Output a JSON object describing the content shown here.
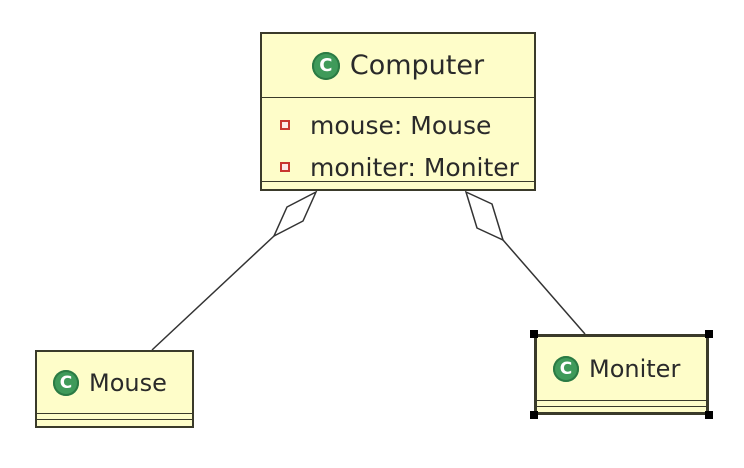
{
  "diagram": {
    "classes": [
      {
        "id": "computer",
        "name": "Computer",
        "icon": "class-icon",
        "attributes": [
          {
            "visibility": "private",
            "text": "mouse: Mouse"
          },
          {
            "visibility": "private",
            "text": "moniter: Moniter"
          }
        ]
      },
      {
        "id": "mouse",
        "name": "Mouse",
        "icon": "class-icon",
        "attributes": []
      },
      {
        "id": "moniter",
        "name": "Moniter",
        "icon": "class-icon",
        "attributes": [],
        "selected": true
      }
    ],
    "relations": [
      {
        "type": "aggregation",
        "whole": "Computer",
        "part": "Mouse"
      },
      {
        "type": "aggregation",
        "whole": "Computer",
        "part": "Moniter"
      }
    ],
    "colors": {
      "class_fill": "#fefdc9",
      "class_border": "#3a3a2a",
      "class_icon": "#3f9a5a",
      "private_icon": "#c8352f",
      "connector": "#333333"
    }
  }
}
